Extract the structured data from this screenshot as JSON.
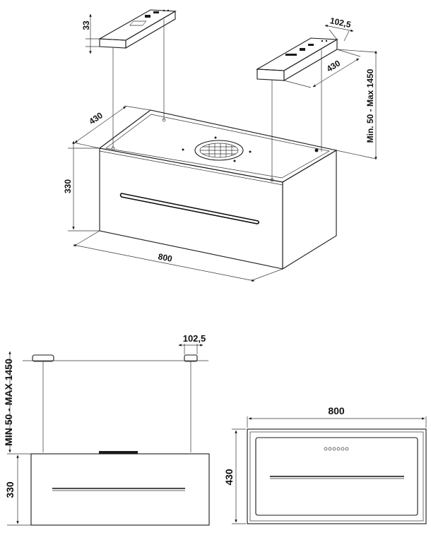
{
  "top_view": {
    "width_label": "800",
    "depth_label": "430",
    "height_label": "330",
    "rail_height_label": "33",
    "rail_width_label": "102,5",
    "rail_length_label": "430",
    "cable_label": "Min. 50 - Max 1450"
  },
  "front_view": {
    "rail_width_label": "102,5",
    "cable_label": "MIN 50 - MAX 1450",
    "height_label": "330"
  },
  "bottom_view": {
    "width_label": "800",
    "depth_label": "430"
  },
  "colors": {
    "line": "#1a1a1a",
    "background": "#ffffff"
  }
}
